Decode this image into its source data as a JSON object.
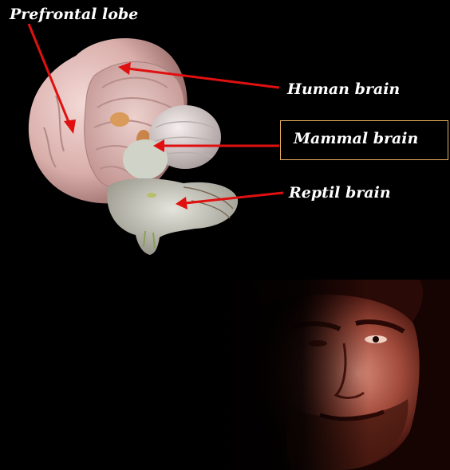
{
  "labels": {
    "prefrontal": "Prefrontal lobe",
    "human": "Human brain",
    "mammal": "Mammal brain",
    "reptile": "Reptil brain"
  },
  "colors": {
    "background": "#000000",
    "label_text": "#ffffff",
    "arrow": "#e01010",
    "box_border": "#e8b060",
    "cortex": "#e8c4c0",
    "cerebellum": "#d8d4d0",
    "face_tint": "#8a2a20"
  }
}
